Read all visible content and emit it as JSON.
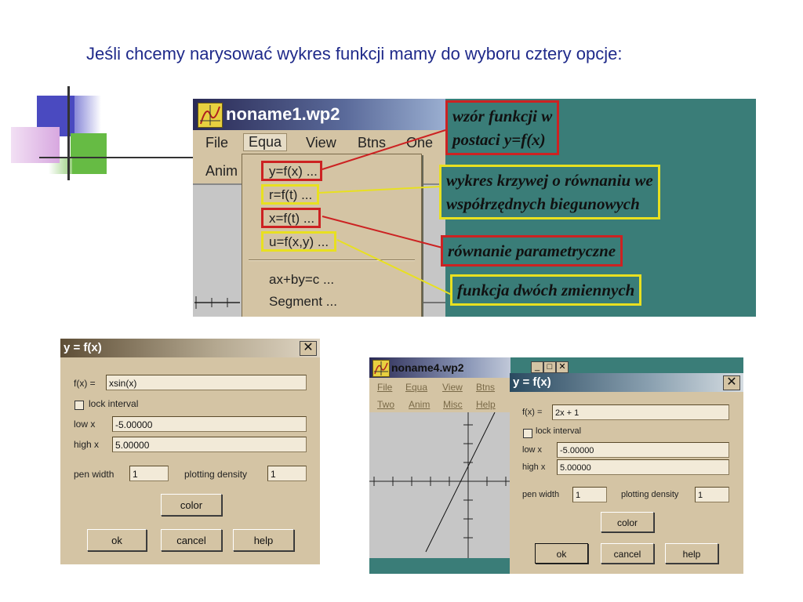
{
  "slide": {
    "title": "Jeśli chcemy narysować wykres funkcji mamy do wyboru cztery opcje:"
  },
  "colors": {
    "title_text": "#1f2a8a",
    "teal_background": "#3a7d78",
    "window_beige": "#d4c4a4",
    "highlight_red": "#cc2222",
    "highlight_yellow": "#e8e020",
    "deco_blue": "#4a4ac0",
    "deco_green": "#66bb44",
    "deco_violet": "#d8a8e0"
  },
  "top_window": {
    "app_icon": "graph-app-icon",
    "title": "noname1.wp2",
    "menu": [
      "File",
      "Equa",
      "View",
      "Btns",
      "One"
    ],
    "menu_row2": "Anim",
    "dropdown": [
      "y=f(x) ...",
      "r=f(t) ...",
      "x=f(t) ...",
      "u=f(x,y) ...",
      "ax+by=c ...",
      "Segment ..."
    ]
  },
  "callouts": {
    "c1_line1": "wzór funkcji w",
    "c1_line2": "postaci y=f(x)",
    "c2_line1": "wykres krzywej o równaniu we",
    "c2_line2": "współrzędnych biegunowych",
    "c3": "równanie parametryczne",
    "c4": "funkcja dwóch zmiennych"
  },
  "dialog_left": {
    "title": "y = f(x)",
    "close_icon": "close-icon",
    "fx_label": "f(x) =",
    "fx_value": "xsin(x)",
    "lock_label": "lock interval",
    "lock_checked": false,
    "low_label": "low x",
    "low_value": "-5.00000",
    "high_label": "high x",
    "high_value": "5.00000",
    "pen_label": "pen width",
    "pen_value": "1",
    "density_label": "plotting density",
    "density_value": "1",
    "color_button": "color",
    "ok_button": "ok",
    "cancel_button": "cancel",
    "help_button": "help"
  },
  "window_right": {
    "app_icon": "graph-app-icon",
    "title": "noname4.wp2",
    "menu_row1": [
      "File",
      "Equa",
      "View",
      "Btns"
    ],
    "menu_row2": [
      "Two",
      "Anim",
      "Misc",
      "Help"
    ]
  },
  "dialog_right": {
    "title": "y = f(x)",
    "close_icon": "close-icon",
    "fx_label": "f(x) =",
    "fx_value": "2x + 1",
    "lock_label": "lock interval",
    "lock_checked": false,
    "low_label": "low x",
    "low_value": "-5.00000",
    "high_label": "high x",
    "high_value": "5.00000",
    "pen_label": "pen width",
    "pen_value": "1",
    "density_label": "plotting density",
    "density_value": "1",
    "color_button": "color",
    "ok_button": "ok",
    "cancel_button": "cancel",
    "help_button": "help"
  }
}
